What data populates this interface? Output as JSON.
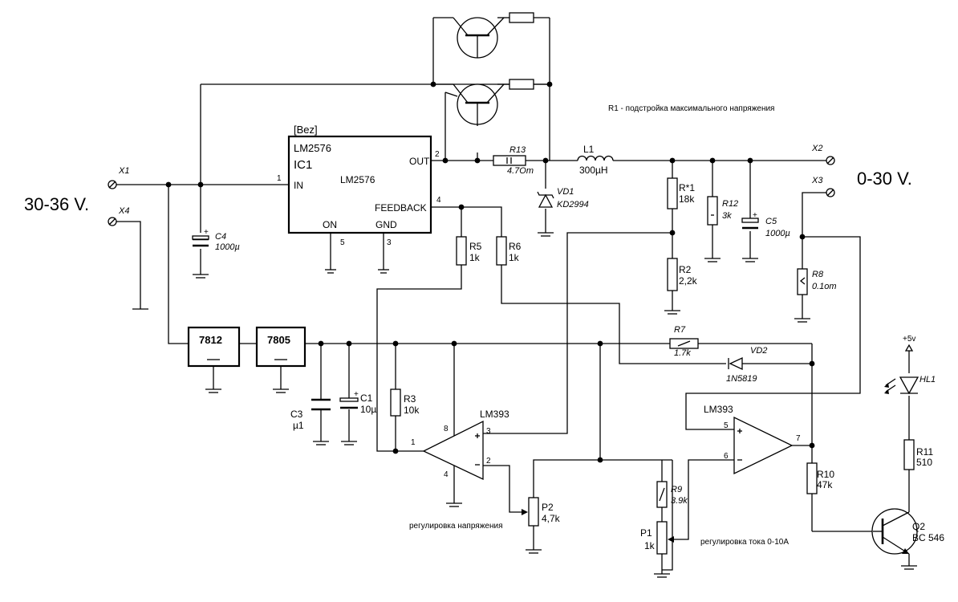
{
  "supply": {
    "input_voltage": "30-36 V.",
    "output_voltage": "0-30 V."
  },
  "notes": {
    "r1_note": "R1 - подстройка максимального напряжения",
    "voltage_adj": "регулировка напряжения",
    "current_adj": "регулировка тока 0-10А"
  },
  "connectors": {
    "x1": "X1",
    "x2": "X2",
    "x3": "X3",
    "x4": "X4"
  },
  "ic1": {
    "tag": "[Bez]",
    "part_top": "LM2576",
    "ref": "IC1",
    "part_center": "LM2576",
    "pin_in": "IN",
    "pin_out": "OUT",
    "pin_feedback": "FEEDBACK",
    "pin_on": "ON",
    "pin_gnd": "GND",
    "pin1": "1",
    "pin2": "2",
    "pin3": "3",
    "pin4": "4",
    "pin5": "5"
  },
  "regulators": {
    "u7812": "7812",
    "u7805": "7805"
  },
  "parts": {
    "c4": {
      "ref": "C4",
      "value": "1000µ"
    },
    "c5": {
      "ref": "C5",
      "value": "1000µ"
    },
    "c1": {
      "ref": "C1",
      "value": "10µ"
    },
    "c3": {
      "ref": "C3",
      "value": "µ1"
    },
    "r13": {
      "ref": "R13",
      "value": "4.7Om"
    },
    "l1": {
      "ref": "L1",
      "value": "300µH"
    },
    "vd1": {
      "ref": "VD1",
      "value": "KD2994"
    },
    "r1": {
      "ref": "R*1",
      "value": "18k"
    },
    "r2": {
      "ref": "R2",
      "value": "2,2k"
    },
    "r12": {
      "ref": "R12",
      "value": "3k"
    },
    "r8": {
      "ref": "R8",
      "value": "0.1om"
    },
    "r5": {
      "ref": "R5",
      "value": "1k"
    },
    "r6": {
      "ref": "R6",
      "value": "1k"
    },
    "r3": {
      "ref": "R3",
      "value": "10k"
    },
    "r7": {
      "ref": "R7",
      "value": "1.7k"
    },
    "vd2": {
      "ref": "VD2",
      "value": "1N5819"
    },
    "p2": {
      "ref": "P2",
      "value": "4,7k"
    },
    "r9": {
      "ref": "R9",
      "value": "3.9k"
    },
    "p1": {
      "ref": "P1",
      "value": "1k"
    },
    "r10": {
      "ref": "R10",
      "value": "47k"
    },
    "r11": {
      "ref": "R11",
      "value": "510"
    },
    "hl1": {
      "ref": "HL1"
    },
    "q2": {
      "ref": "Q2",
      "value": "BC 546"
    },
    "vcc": {
      "label": "+5v"
    }
  },
  "comparator1": {
    "part": "LM393",
    "pin8": "8",
    "pin4": "4",
    "pin1": "1",
    "pin2": "2",
    "pin3": "3"
  },
  "comparator2": {
    "part": "LM393",
    "pin5": "5",
    "pin6": "6",
    "pin7": "7"
  }
}
